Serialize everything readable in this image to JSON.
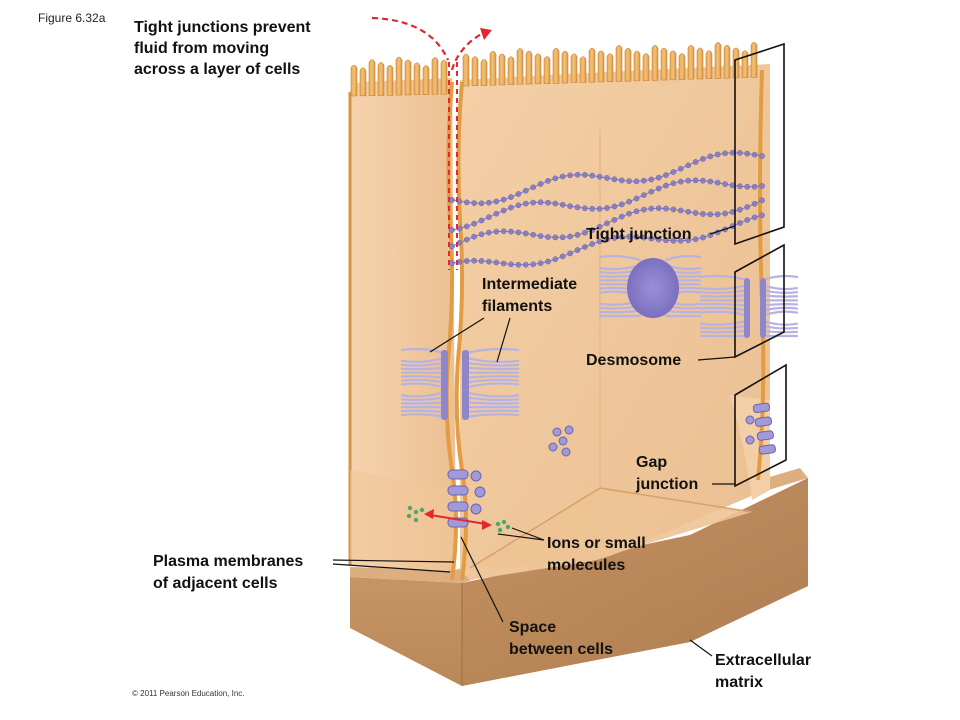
{
  "figure_label": "Figure 6.32a",
  "title_lines": [
    "Tight junctions prevent",
    "fluid from moving",
    "across a layer of cells"
  ],
  "labels": {
    "tight_junction": "Tight junction",
    "intermediate_filaments": "Intermediate\nfilaments",
    "desmosome": "Desmosome",
    "gap_junction": "Gap\njunction",
    "ions": "Ions or small\nmolecules",
    "plasma_membranes": "Plasma membranes\nof adjacent cells",
    "space_between_cells": "Space\nbetween cells",
    "extracellular_matrix": "Extracellular\nmatrix"
  },
  "copyright": "© 2011 Pearson Education, Inc.",
  "colors": {
    "cell": "#f2cba0",
    "cell_dark": "#d9a676",
    "membrane": "#e6a24e",
    "matrix": "#c89464",
    "protein": "#8f86c9",
    "filament": "#b9b6e6",
    "arrow": "#e0282e",
    "ion": "#4aa86a"
  }
}
